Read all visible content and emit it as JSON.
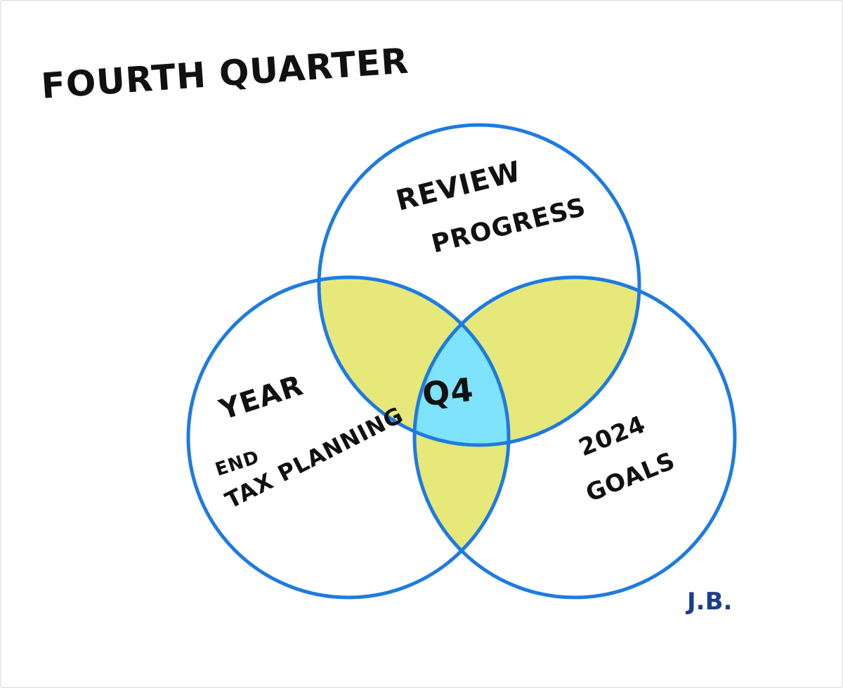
{
  "title": "FOURTH QUARTER",
  "center_label": "Q4",
  "circles": [
    {
      "name": "top",
      "lines": [
        "REVIEW",
        "PROGRESS"
      ]
    },
    {
      "name": "left",
      "lines": [
        "YEAR",
        "END",
        "TAX PLANNING"
      ]
    },
    {
      "name": "right",
      "lines": [
        "2024",
        "GOALS"
      ]
    }
  ],
  "signature": "J.B.",
  "colors": {
    "circle_stroke": "#1e7be0",
    "pairwise_overlap": "#e6e87a",
    "center_overlap": "#7fe3fb",
    "ink": "#111111",
    "signature_ink": "#1a3f8f"
  }
}
